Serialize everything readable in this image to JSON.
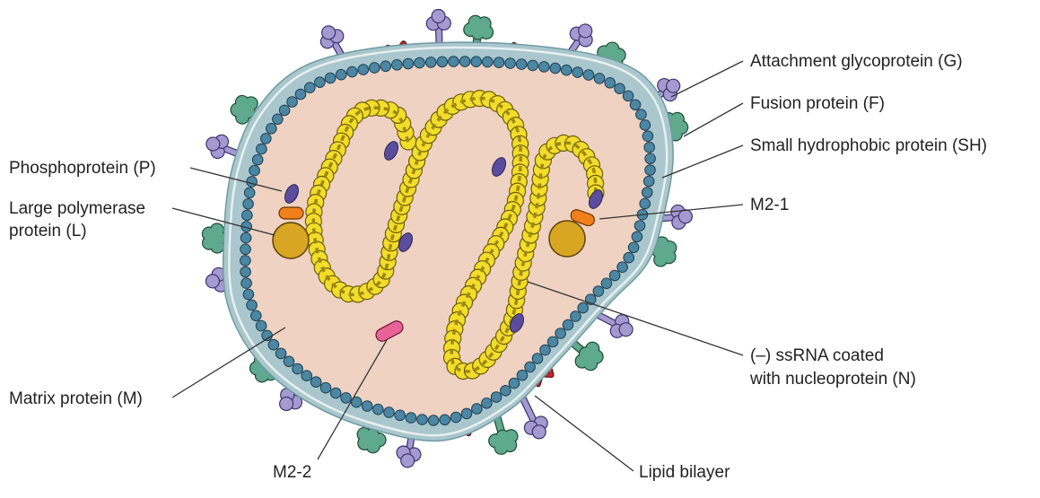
{
  "labels": {
    "attachment_glycoprotein": "Attachment glycoprotein (G)",
    "fusion_protein": "Fusion protein (F)",
    "small_hydrophobic_protein": "Small hydrophobic protein (SH)",
    "m2_1": "M2-1",
    "phosphoprotein": "Phosphoprotein (P)",
    "large_polymerase_line1": "Large polymerase",
    "large_polymerase_line2": "protein (L)",
    "matrix_protein": "Matrix protein (M)",
    "m2_2": "M2-2",
    "lipid_bilayer": "Lipid bilayer",
    "ssrna_line1": "(–) ssRNA coated",
    "ssrna_line2": "with nucleoprotein (N)"
  },
  "colors": {
    "interior": "#efd2c2",
    "envelope_outer": "#a9c7cc",
    "envelope_inner": "#e8f0f1",
    "matrix_bead": "#4b86a3",
    "nucleocapsid_bead": "#f3dc2a",
    "nucleocapsid_stripe": "#9b8a10",
    "attachment_glycoprotein": "#a49ad0",
    "fusion_protein": "#5fa98f",
    "small_hydrophobic_protein": "#c0272d",
    "phosphoprotein": "#f0801a",
    "large_polymerase": "#d9a623",
    "m2_1": "#5b4d9e",
    "m2_2": "#e96399",
    "leader_line": "#333333"
  },
  "icons": [
    "virion-body",
    "attachment-glycoprotein-icon",
    "fusion-protein-icon",
    "small-hydrophobic-protein-icon",
    "matrix-protein-bead",
    "nucleocapsid-strand",
    "polymerase-icon",
    "m2-1-icon",
    "m2-2-icon"
  ]
}
